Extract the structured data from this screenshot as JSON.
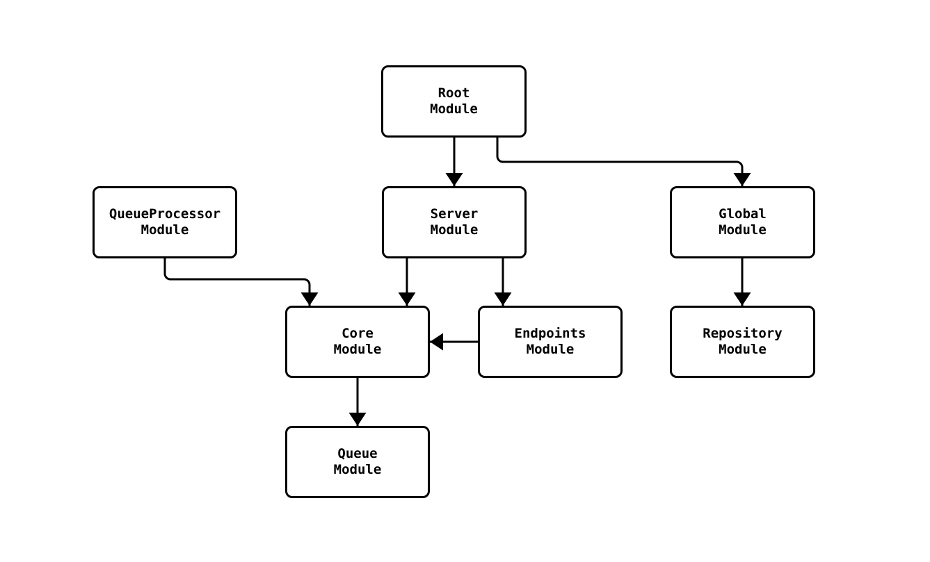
{
  "diagram": {
    "title": "module-dependency-graph",
    "colors": {
      "bg": "#ffffff",
      "stroke": "#000000",
      "text": "#000000",
      "node-fill": "#ffffff"
    },
    "nodes": [
      {
        "id": "root",
        "line1": "Root",
        "line2": "Module"
      },
      {
        "id": "server",
        "line1": "Server",
        "line2": "Module"
      },
      {
        "id": "queueprocessor",
        "line1": "QueueProcessor",
        "line2": "Module"
      },
      {
        "id": "global",
        "line1": "Global",
        "line2": "Module"
      },
      {
        "id": "core",
        "line1": "Core",
        "line2": "Module"
      },
      {
        "id": "endpoints",
        "line1": "Endpoints",
        "line2": "Module"
      },
      {
        "id": "repository",
        "line1": "Repository",
        "line2": "Module"
      },
      {
        "id": "queue",
        "line1": "Queue",
        "line2": "Module"
      }
    ],
    "edges": [
      {
        "from": "root",
        "to": "server"
      },
      {
        "from": "root",
        "to": "global"
      },
      {
        "from": "queueprocessor",
        "to": "core"
      },
      {
        "from": "server",
        "to": "core"
      },
      {
        "from": "server",
        "to": "endpoints"
      },
      {
        "from": "endpoints",
        "to": "core"
      },
      {
        "from": "global",
        "to": "repository"
      },
      {
        "from": "core",
        "to": "queue"
      }
    ]
  }
}
